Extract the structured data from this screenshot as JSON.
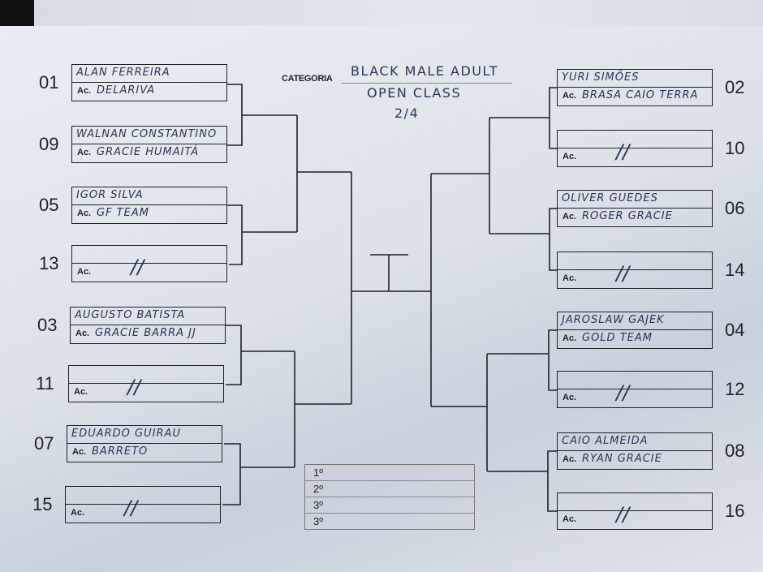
{
  "category": {
    "label": "CATEGORIA",
    "line1": "BLACK MALE ADULT",
    "line2": "OPEN CLASS",
    "line3": "2/4"
  },
  "academy_prefix": "Ac.",
  "bye_mark": "//",
  "left": [
    {
      "seed": "01",
      "name": "ALAN FERREIRA",
      "academy": "DELARIVA"
    },
    {
      "seed": "09",
      "name": "WALNAN CONSTANTINO",
      "academy": "GRACIE HUMAITÁ"
    },
    {
      "seed": "05",
      "name": "IGOR SILVA",
      "academy": "GF TEAM"
    },
    {
      "seed": "13",
      "name": "",
      "academy": "",
      "bye": true
    },
    {
      "seed": "03",
      "name": "AUGUSTO BATISTA",
      "academy": "GRACIE BARRA JJ"
    },
    {
      "seed": "11",
      "name": "",
      "academy": "",
      "bye": true
    },
    {
      "seed": "07",
      "name": "EDUARDO GUIRAU",
      "academy": "BARRETO"
    },
    {
      "seed": "15",
      "name": "",
      "academy": "",
      "bye": true
    }
  ],
  "right": [
    {
      "seed": "02",
      "name": "YURI SIMÕES",
      "academy": "BRASA CAIO TERRA"
    },
    {
      "seed": "10",
      "name": "",
      "academy": "",
      "bye": true
    },
    {
      "seed": "06",
      "name": "OLIVER GUEDES",
      "academy": "ROGER GRACIE"
    },
    {
      "seed": "14",
      "name": "",
      "academy": "",
      "bye": true
    },
    {
      "seed": "04",
      "name": "JAROSLAW GAJEK",
      "academy": "GOLD TEAM"
    },
    {
      "seed": "12",
      "name": "",
      "academy": "",
      "bye": true
    },
    {
      "seed": "08",
      "name": "CAIO ALMEIDA",
      "academy": "RYAN GRACIE"
    },
    {
      "seed": "16",
      "name": "",
      "academy": "",
      "bye": true
    }
  ],
  "results": [
    "1º",
    "2º",
    "3º",
    "3º"
  ]
}
